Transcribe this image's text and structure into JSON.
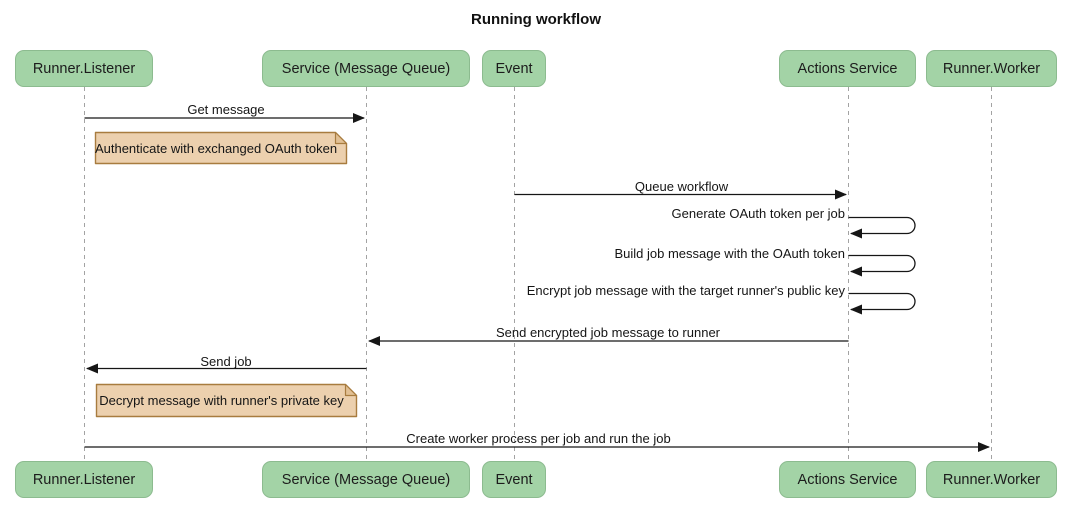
{
  "title": "Running workflow",
  "colors": {
    "actor_fill": "#a3d3a6",
    "actor_border": "#8cbb8f",
    "note_fill": "#ecd0ae",
    "note_fold": "#e2c094",
    "note_border": "#a87c3f",
    "lifeline": "#a3a3a3",
    "line": "#161616"
  },
  "actors": [
    {
      "label": "Runner.Listener"
    },
    {
      "label": "Service (Message Queue)"
    },
    {
      "label": "Event"
    },
    {
      "label": "Actions Service"
    },
    {
      "label": "Runner.Worker"
    }
  ],
  "messages": [
    {
      "from": "Runner.Listener",
      "to": "Service (Message Queue)",
      "label": "Get message",
      "type": "solid-arrow"
    },
    {
      "from": "Event",
      "to": "Actions Service",
      "label": "Queue workflow",
      "type": "solid-arrow"
    },
    {
      "from": "Actions Service",
      "to": "Actions Service",
      "label": "Generate OAuth token per job",
      "type": "self-arrow"
    },
    {
      "from": "Actions Service",
      "to": "Actions Service",
      "label": "Build job message with the OAuth token",
      "type": "self-arrow"
    },
    {
      "from": "Actions Service",
      "to": "Actions Service",
      "label": "Encrypt job message with the target runner's public key",
      "type": "self-arrow"
    },
    {
      "from": "Actions Service",
      "to": "Service (Message Queue)",
      "label": "Send encrypted job message to runner",
      "type": "solid-arrow"
    },
    {
      "from": "Service (Message Queue)",
      "to": "Runner.Listener",
      "label": "Send job",
      "type": "solid-arrow"
    },
    {
      "from": "Runner.Listener",
      "to": "Runner.Worker",
      "label": "Create worker process per job and run the job",
      "type": "solid-arrow"
    }
  ],
  "notes": [
    {
      "anchor": "Runner.Listener",
      "label": "Authenticate with exchanged OAuth token"
    },
    {
      "anchor": "Runner.Listener",
      "label": "Decrypt message with runner's private key"
    }
  ]
}
